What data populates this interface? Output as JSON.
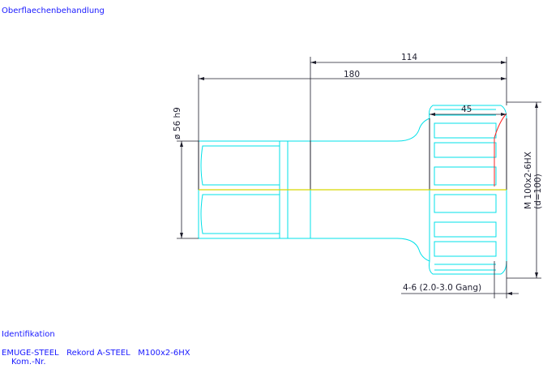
{
  "header": {
    "surface_treatment_label": "Oberflaechenbehandlung"
  },
  "drawing": {
    "dimensions": {
      "length_partial": "114",
      "length_total": "180",
      "thread_length": "45",
      "shank_diameter": "ø 56 h9",
      "thread_spec": "M 100x2-6HX",
      "thread_diameter": "(d=100)",
      "chamfer": "4-6 (2.0-3.0 Gang)"
    },
    "colors": {
      "outline": "#00e0e8",
      "dimension": "#1c1c2a",
      "centerline": "#d8d800",
      "thread_start": "#ff2020",
      "label_text": "#1a1aff"
    }
  },
  "footer": {
    "identification_label": "Identifikation",
    "product_line": "EMUGE-STEEL   Rekord A-STEEL   M100x2-6HX",
    "commission_label": "Kom.-Nr."
  }
}
